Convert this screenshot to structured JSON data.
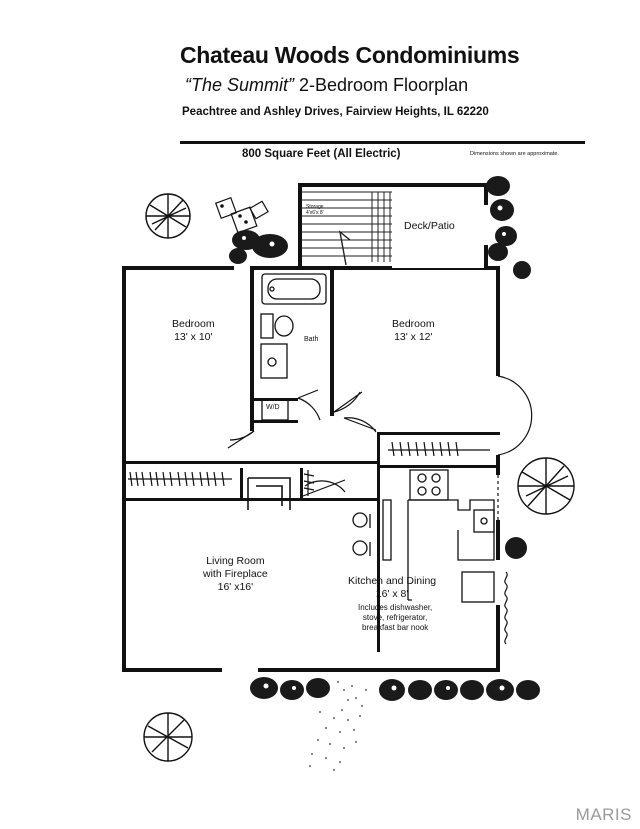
{
  "header": {
    "title": "Chateau Woods Condominiums",
    "subtitle_name": "“The Summit”",
    "subtitle_rest": " 2-Bedroom Floorplan",
    "address": "Peachtree and Ashley Drives, Fairview Heights, IL 62220",
    "square_feet": "800 Square Feet (All Electric)",
    "note": "Dimensions shown are approximate."
  },
  "rooms": {
    "storage_label": "Storage",
    "storage_dims": "4'x6'x 8'",
    "deck_label": "Deck/Patio",
    "bedroom1_label": "Bedroom",
    "bedroom1_dims": "13' x 10'",
    "bath_label": "Bath",
    "wd_label": "W/D",
    "bedroom2_label": "Bedroom",
    "bedroom2_dims": "13' x 12'",
    "living_label": "Living Room",
    "living_sub": "with Fireplace",
    "living_dims": "16' x16'",
    "kitchen_label": "Kitchen and Dining",
    "kitchen_dims": "16' x 8'",
    "includes_1": "Includes dishwasher,",
    "includes_2": "stove, refrigerator,",
    "includes_3": "breakfast bar nook"
  },
  "watermark": "MARIS"
}
